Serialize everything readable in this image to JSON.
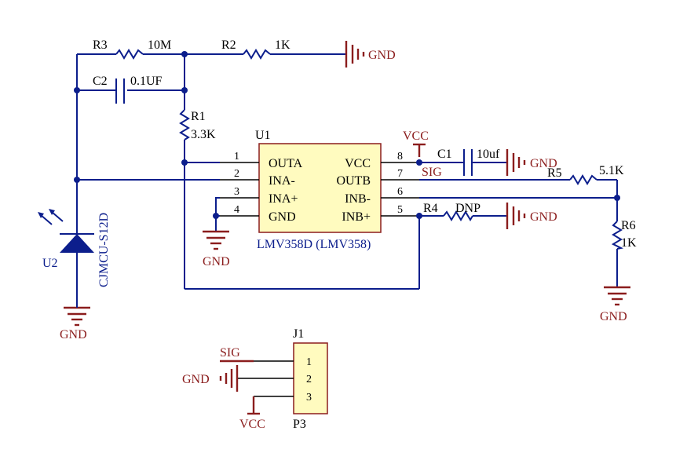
{
  "colors": {
    "wire": "#0c1e8c",
    "power": "#8b1d1d",
    "ic_body": "#fffbbf",
    "ic_border": "#8b1d1d"
  },
  "components": {
    "r3": {
      "ref": "R3",
      "value": "10M"
    },
    "r2": {
      "ref": "R2",
      "value": "1K"
    },
    "c2": {
      "ref": "C2",
      "value": "0.1UF"
    },
    "r1": {
      "ref": "R1",
      "value": "3.3K"
    },
    "u1": {
      "ref": "U1",
      "part": "LMV358D (LMV358)",
      "left_pins": [
        {
          "num": "1",
          "name": "OUTA"
        },
        {
          "num": "2",
          "name": "INA-"
        },
        {
          "num": "3",
          "name": "INA+"
        },
        {
          "num": "4",
          "name": "GND"
        }
      ],
      "right_pins": [
        {
          "num": "8",
          "name": "VCC"
        },
        {
          "num": "7",
          "name": "OUTB"
        },
        {
          "num": "6",
          "name": "INB-"
        },
        {
          "num": "5",
          "name": "INB+"
        }
      ]
    },
    "c1": {
      "ref": "C1",
      "value": "10uf"
    },
    "r5": {
      "ref": "R5",
      "value": "5.1K"
    },
    "r4": {
      "ref": "R4",
      "value": "DNP"
    },
    "r6": {
      "ref": "R6",
      "value": "1K"
    },
    "u2": {
      "ref": "U2",
      "part": "CJMCU-S12D"
    },
    "j1": {
      "ref": "J1",
      "footprint": "P3",
      "pins": [
        "1",
        "2",
        "3"
      ]
    }
  },
  "nets": {
    "gnd": "GND",
    "vcc": "VCC",
    "sig": "SIG"
  }
}
